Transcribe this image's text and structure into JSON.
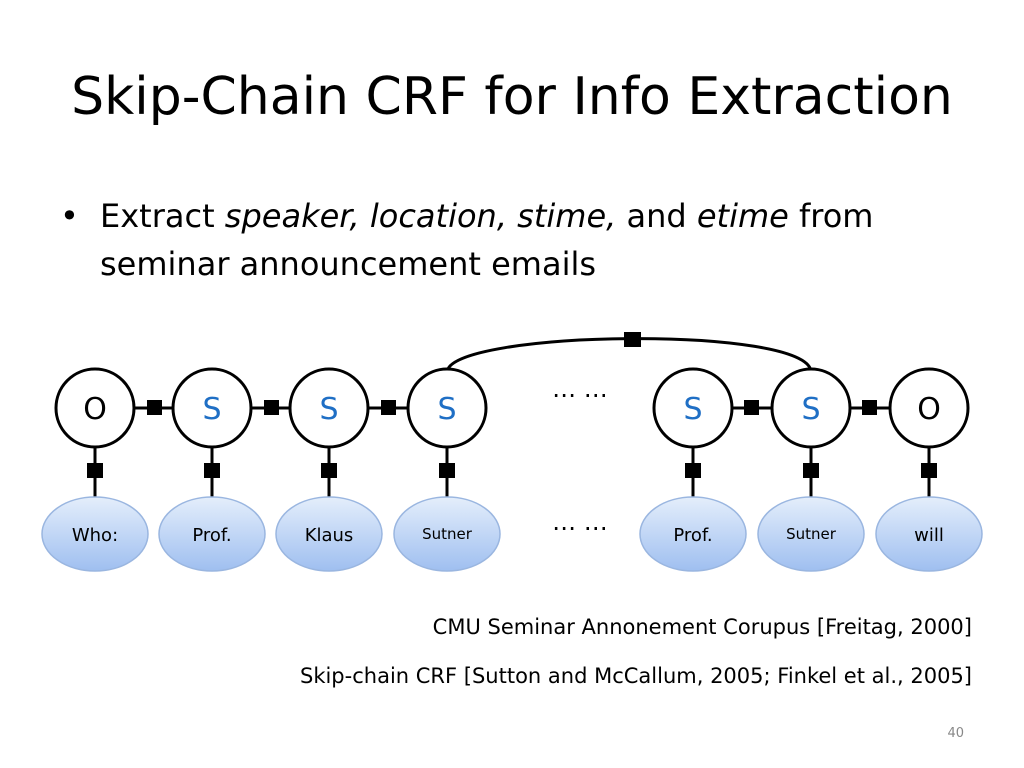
{
  "slide": {
    "title": "Skip-Chain CRF for Info Extraction",
    "bullet": {
      "marker": "•",
      "prefix": "Extract ",
      "italic1": "speaker, location, stime,",
      "mid": " and ",
      "italic2": "etime",
      "suffix": " from seminar announcement emails"
    },
    "citations": [
      "CMU Seminar Annonement Corupus [Freitag, 2000]",
      "Skip-chain CRF [Sutton and McCallum, 2005; Finkel et al., 2005]"
    ],
    "page_number": "40"
  },
  "diagram": {
    "label_nodes": [
      "O",
      "S",
      "S",
      "S",
      "S",
      "S",
      "O"
    ],
    "word_nodes": [
      "Who:",
      "Prof.",
      "Klaus",
      "Sutner",
      "Prof.",
      "Sutner",
      "will"
    ],
    "ellipsis_top": "… …",
    "ellipsis_bottom": "… …",
    "colors": {
      "label_O": "#000000",
      "label_S": "#1f6fc5",
      "word_fill_top": "#e4eefb",
      "word_fill_bottom": "#9fbff0",
      "word_stroke": "#9ab6e0"
    }
  }
}
